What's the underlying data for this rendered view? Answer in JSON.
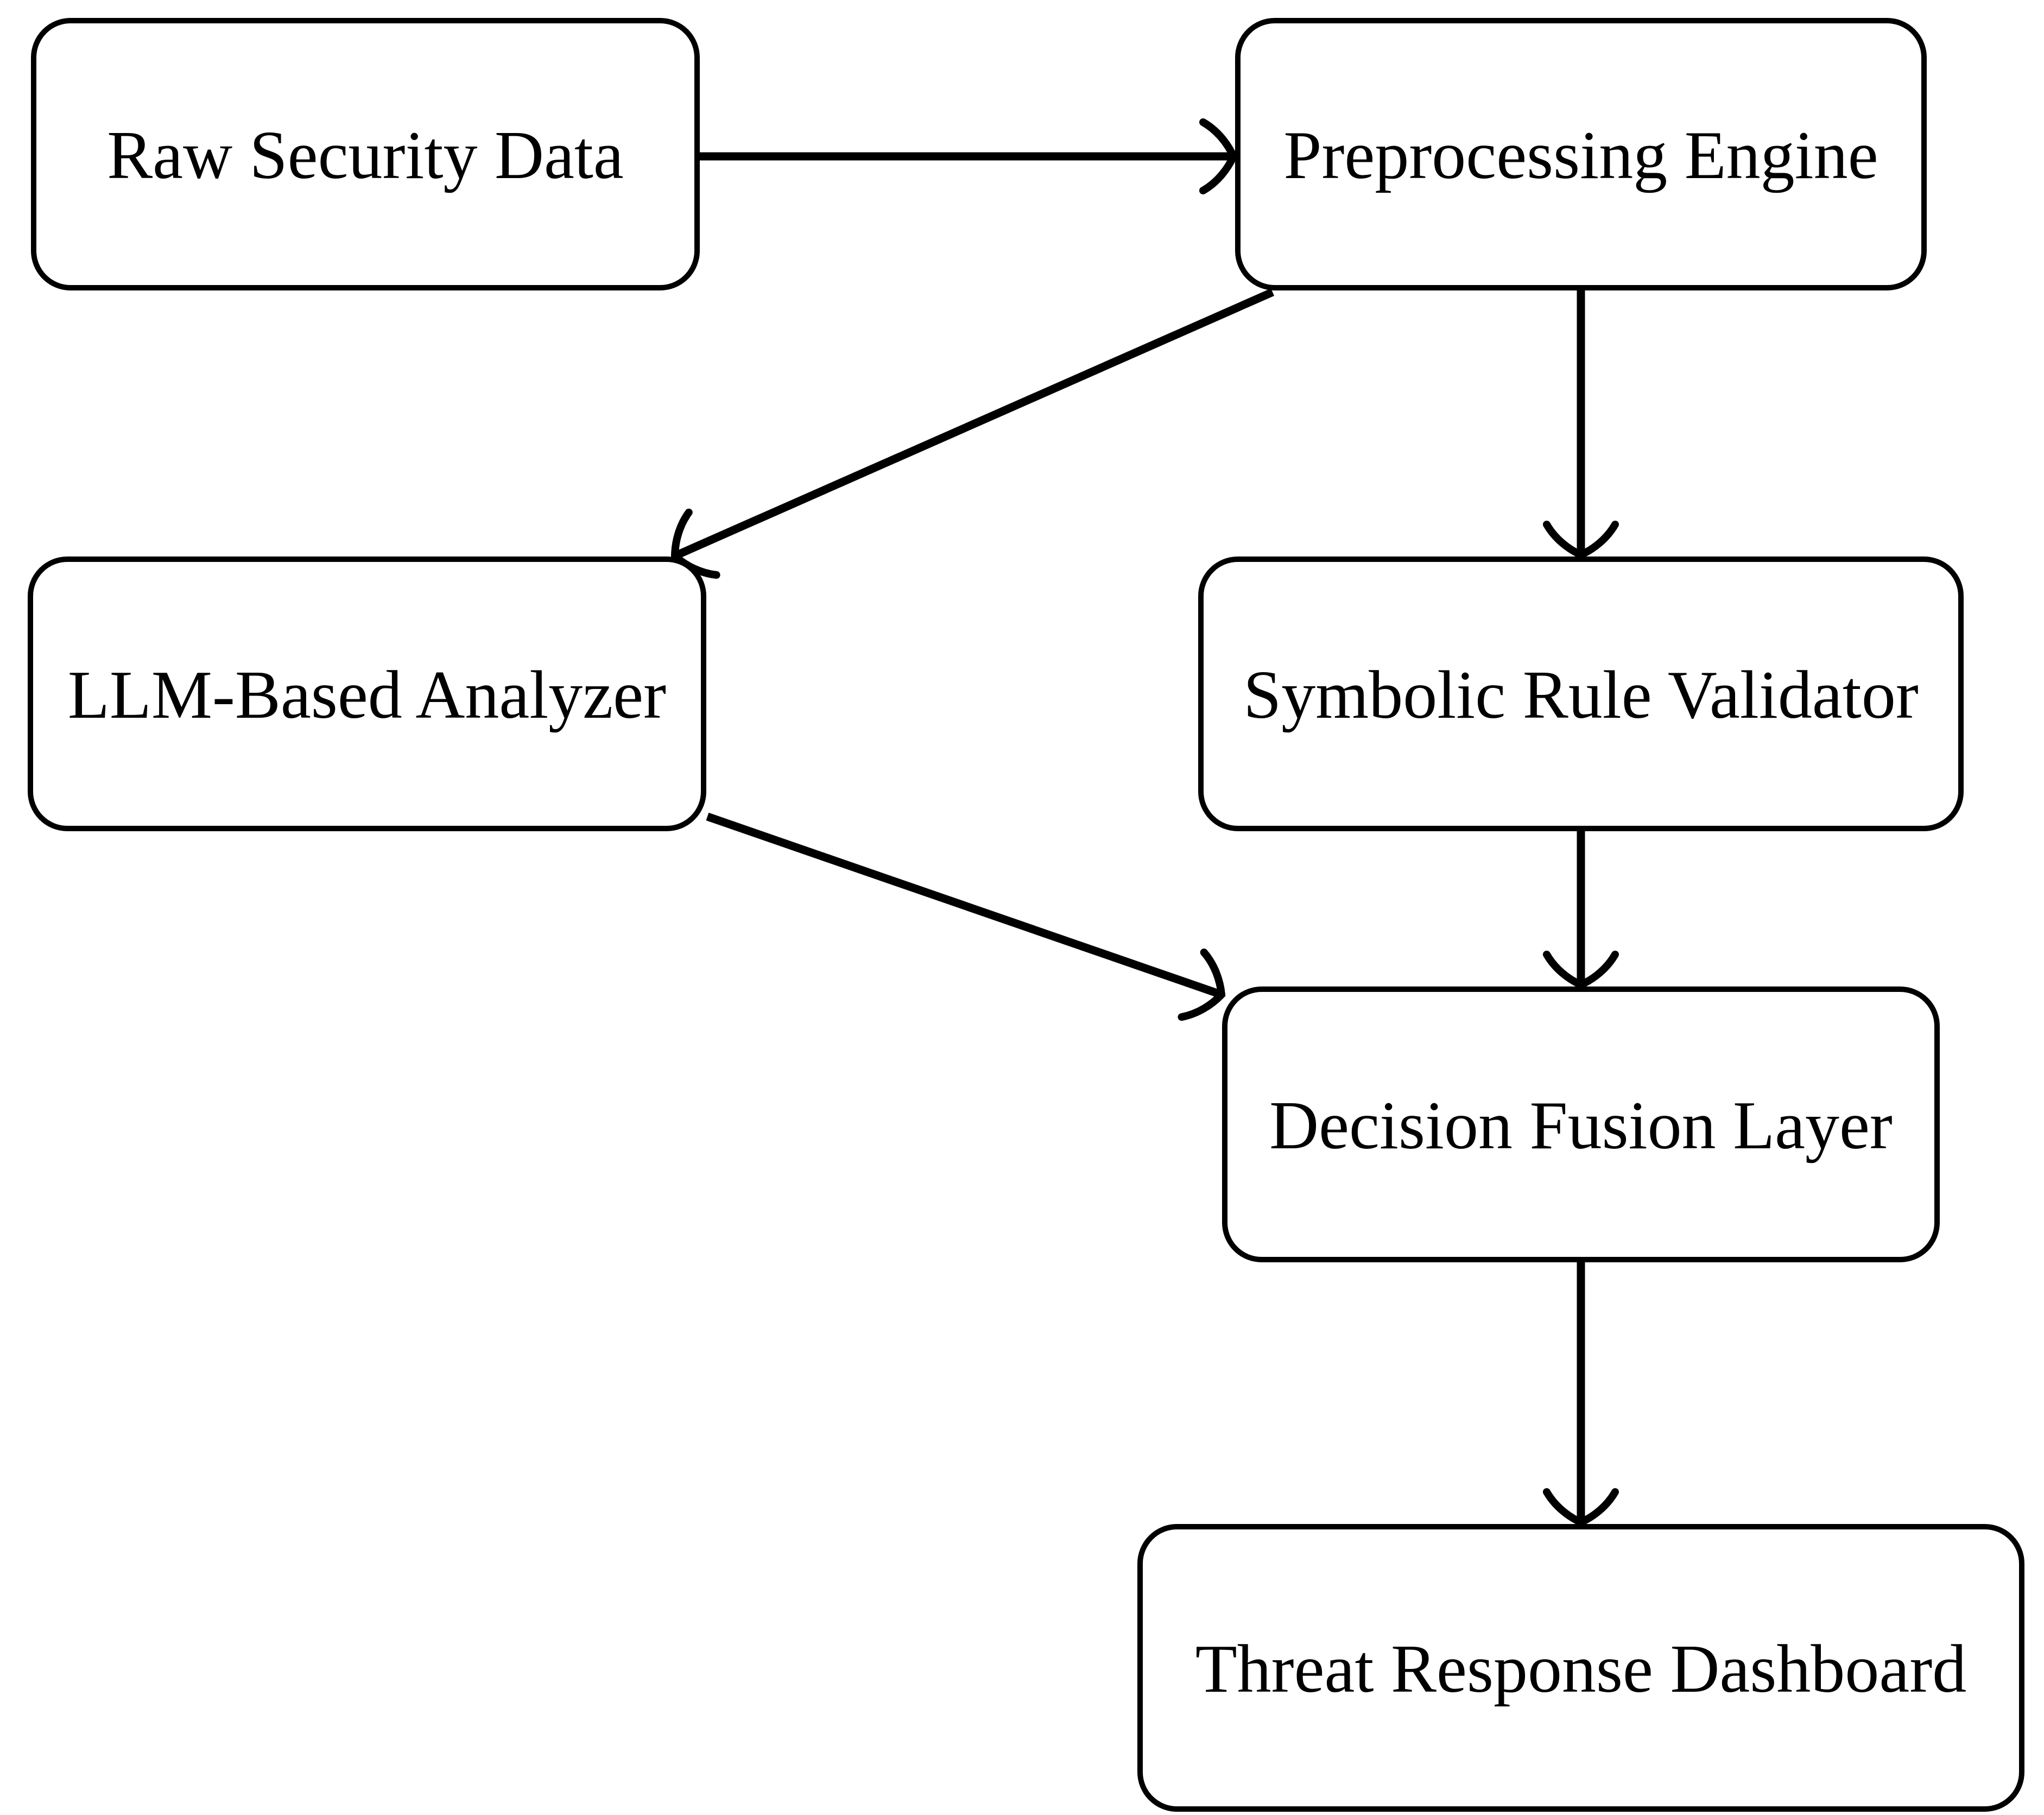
{
  "diagram": {
    "type": "flowchart",
    "background_color": "#ffffff",
    "node_fill_color": "#ffffff",
    "line_color": "#000000",
    "nodes": [
      {
        "id": "raw",
        "label": "Raw Security Data"
      },
      {
        "id": "pre",
        "label": "Preprocessing Engine"
      },
      {
        "id": "llm",
        "label": "LLM-Based Analyzer"
      },
      {
        "id": "sym",
        "label": "Symbolic Rule Validator"
      },
      {
        "id": "dec",
        "label": "Decision Fusion Layer"
      },
      {
        "id": "thr",
        "label": "Threat Response Dashboard"
      }
    ],
    "edges": [
      {
        "from": "Raw Security Data",
        "to": "Preprocessing Engine"
      },
      {
        "from": "Preprocessing Engine",
        "to": "LLM-Based Analyzer"
      },
      {
        "from": "Preprocessing Engine",
        "to": "Symbolic Rule Validator"
      },
      {
        "from": "LLM-Based Analyzer",
        "to": "Decision Fusion Layer"
      },
      {
        "from": "Symbolic Rule Validator",
        "to": "Decision Fusion Layer"
      },
      {
        "from": "Decision Fusion Layer",
        "to": "Threat Response Dashboard"
      }
    ]
  }
}
